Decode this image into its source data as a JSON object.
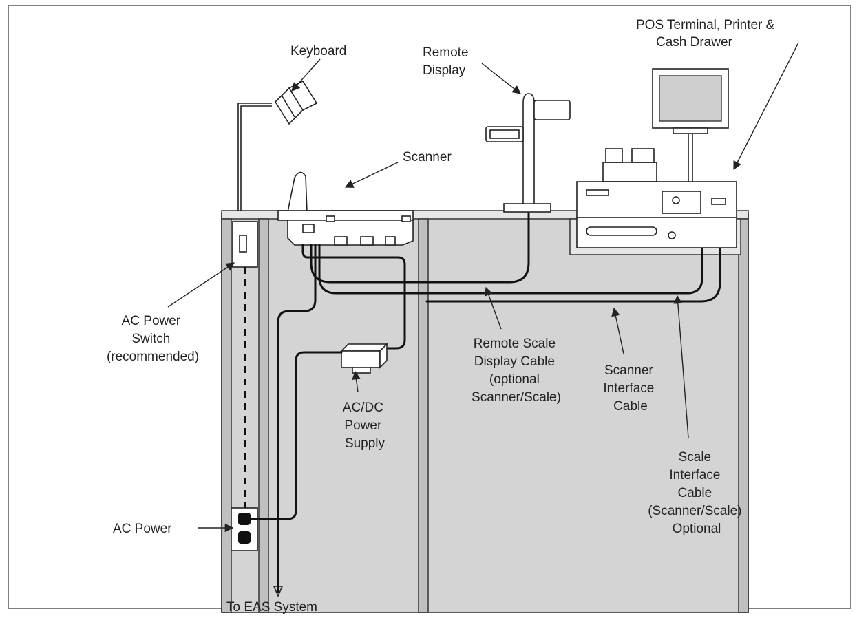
{
  "labels": {
    "pos_terminal": [
      "POS Terminal, Printer &",
      "Cash Drawer"
    ],
    "keyboard": "Keyboard",
    "remote_display": [
      "Remote",
      "Display"
    ],
    "scanner": "Scanner",
    "ac_power_switch": [
      "AC Power",
      "Switch",
      "(recommended)"
    ],
    "remote_scale_display_cable": [
      "Remote Scale",
      "Display Cable",
      "(optional",
      "Scanner/Scale)"
    ],
    "scanner_interface_cable": [
      "Scanner",
      "Interface",
      "Cable"
    ],
    "ac_dc_power_supply": [
      "AC/DC",
      "Power",
      "Supply"
    ],
    "scale_interface_cable": [
      "Scale",
      "Interface",
      "Cable",
      "(Scanner/Scale)",
      "Optional"
    ],
    "ac_power": "AC Power",
    "to_eas_system": "To EAS System"
  },
  "colors": {
    "cabinet": "#d4d4d4",
    "cabinet_light": "#e6e6e6",
    "line": "#222222",
    "background": "#ffffff"
  }
}
